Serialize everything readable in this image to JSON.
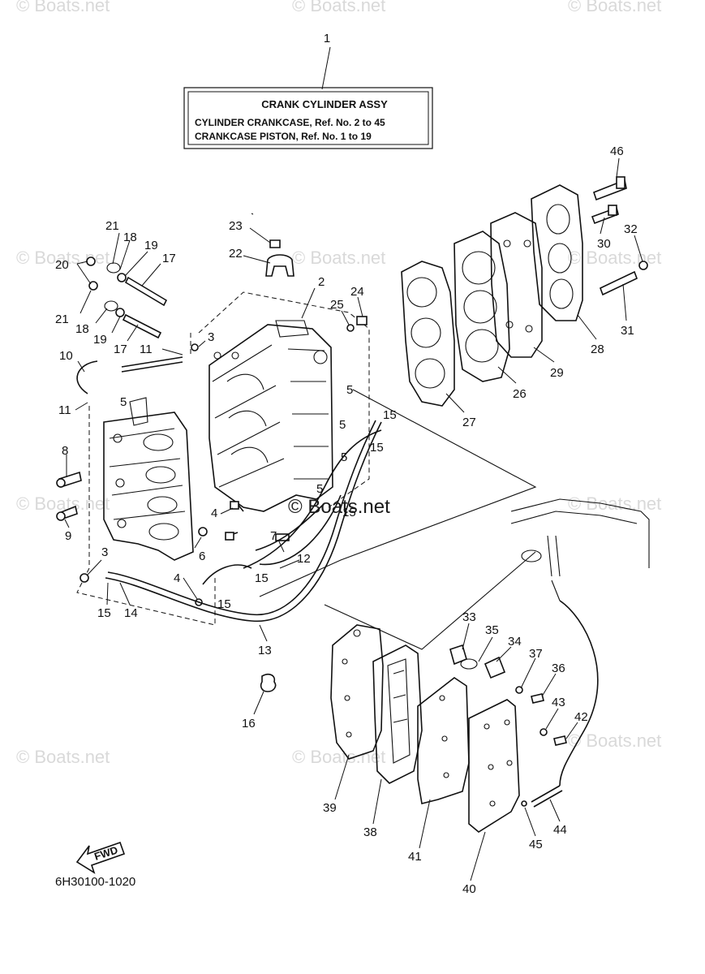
{
  "title_box": {
    "ref": "1",
    "heading": "CRANK CYLINDER ASSY",
    "line1": "CYLINDER CRANKCASE, Ref. No. 2 to 45",
    "line2": "CRANKCASE PISTON,  Ref. No. 1 to 19"
  },
  "watermark": {
    "text": "© Boats.net",
    "main_text": "© Boats.net"
  },
  "fwd_label": "FWD",
  "diagram_code": "6H30100-1020",
  "callouts": [
    {
      "id": "c2",
      "label": "2"
    },
    {
      "id": "c3a",
      "label": "3"
    },
    {
      "id": "c3b",
      "label": "3"
    },
    {
      "id": "c4a",
      "label": "4"
    },
    {
      "id": "c4b",
      "label": "4"
    },
    {
      "id": "c5a",
      "label": "5"
    },
    {
      "id": "c5b",
      "label": "5"
    },
    {
      "id": "c5c",
      "label": "5"
    },
    {
      "id": "c5d",
      "label": "5"
    },
    {
      "id": "c5e",
      "label": "5"
    },
    {
      "id": "c6",
      "label": "6"
    },
    {
      "id": "c7",
      "label": "7"
    },
    {
      "id": "c8",
      "label": "8"
    },
    {
      "id": "c9",
      "label": "9"
    },
    {
      "id": "c10",
      "label": "10"
    },
    {
      "id": "c11a",
      "label": "11"
    },
    {
      "id": "c11b",
      "label": "11"
    },
    {
      "id": "c12",
      "label": "12"
    },
    {
      "id": "c13",
      "label": "13"
    },
    {
      "id": "c14",
      "label": "14"
    },
    {
      "id": "c15a",
      "label": "15"
    },
    {
      "id": "c15b",
      "label": "15"
    },
    {
      "id": "c15c",
      "label": "15"
    },
    {
      "id": "c15d",
      "label": "15"
    },
    {
      "id": "c15e",
      "label": "15"
    },
    {
      "id": "c15f",
      "label": "15"
    },
    {
      "id": "c16",
      "label": "16"
    },
    {
      "id": "c17a",
      "label": "17"
    },
    {
      "id": "c17b",
      "label": "17"
    },
    {
      "id": "c18a",
      "label": "18"
    },
    {
      "id": "c18b",
      "label": "18"
    },
    {
      "id": "c19a",
      "label": "19"
    },
    {
      "id": "c19b",
      "label": "19"
    },
    {
      "id": "c20",
      "label": "20"
    },
    {
      "id": "c21a",
      "label": "21"
    },
    {
      "id": "c21b",
      "label": "21"
    },
    {
      "id": "c22",
      "label": "22"
    },
    {
      "id": "c23",
      "label": "23"
    },
    {
      "id": "c24",
      "label": "24"
    },
    {
      "id": "c25",
      "label": "25"
    },
    {
      "id": "c26",
      "label": "26"
    },
    {
      "id": "c27",
      "label": "27"
    },
    {
      "id": "c28",
      "label": "28"
    },
    {
      "id": "c29",
      "label": "29"
    },
    {
      "id": "c30",
      "label": "30"
    },
    {
      "id": "c31",
      "label": "31"
    },
    {
      "id": "c32",
      "label": "32"
    },
    {
      "id": "c33",
      "label": "33"
    },
    {
      "id": "c34",
      "label": "34"
    },
    {
      "id": "c35",
      "label": "35"
    },
    {
      "id": "c36",
      "label": "36"
    },
    {
      "id": "c37",
      "label": "37"
    },
    {
      "id": "c38",
      "label": "38"
    },
    {
      "id": "c39",
      "label": "39"
    },
    {
      "id": "c40",
      "label": "40"
    },
    {
      "id": "c41",
      "label": "41"
    },
    {
      "id": "c42",
      "label": "42"
    },
    {
      "id": "c43",
      "label": "43"
    },
    {
      "id": "c44",
      "label": "44"
    },
    {
      "id": "c45",
      "label": "45"
    },
    {
      "id": "c46",
      "label": "46"
    }
  ]
}
